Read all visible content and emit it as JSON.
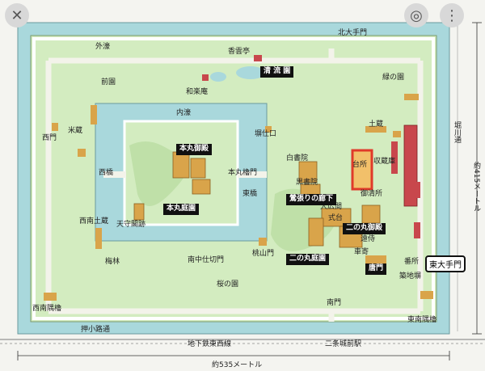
{
  "labels": {
    "sotobori": "外濠",
    "kitaotemon": "北大手門",
    "kojintei": "香雲亭",
    "seiryutei": "清 流 園",
    "midorinoen": "緑の園",
    "wagakuan": "和楽庵",
    "zenen": "前園",
    "uchibori": "内濠",
    "komegura_w": "米蔵",
    "nishimon": "西門",
    "honmaru_goten": "本丸御殿",
    "tsuguchi": "塀仕口",
    "dozo": "土蔵",
    "shoinmae": "白書院",
    "kurosyoin": "黒書院",
    "daidokoro": "台所",
    "shuzoko": "収蔵庫",
    "nishibashi": "西橋",
    "honmaru_yaguramon": "本丸櫓門",
    "higashibashi": "東橋",
    "ohiroma": "大広間",
    "shikidai": "式台",
    "gojyosho": "御清所",
    "uguisubari": "鶯張りの廊下",
    "honmaru_teien": "本丸庭園",
    "seinan_dozo": "西南土蔵",
    "tenshukaku": "天守閣跡",
    "ninomaru_goten": "二の丸御殿",
    "tozamurai": "遠侍",
    "kurumayose": "車寄",
    "baibayashi": "梅林",
    "minami_nakashikiri": "南中仕切門",
    "momoyama": "桃山門",
    "ninomaru_teien": "二の丸庭園",
    "karamon": "唐門",
    "bansho": "番所",
    "higashi_otemon": "東大手門",
    "chikujibei": "築地塀",
    "sakuranosono": "桜の園",
    "seinan_sumiyagura": "西南隅櫓",
    "minamimon": "南門",
    "tonan_sumiyagura": "東南隅櫓",
    "oshikoji": "押小路通",
    "chikatetsu": "地下鉄東西線",
    "nijyo_street": "二条城前駅",
    "width_label": "約535メートル",
    "height_label": "約415メートル",
    "horikawa": "堀川通"
  },
  "ui": {
    "close_icon": "close-icon",
    "lens_icon": "lens-icon",
    "more_icon": "more-icon"
  },
  "colors": {
    "moat": "#a9d8dc",
    "ground": "#d3ecc0",
    "building": "#d9a44a",
    "highlight": "#e03a2a",
    "red_building": "#c8474c"
  }
}
